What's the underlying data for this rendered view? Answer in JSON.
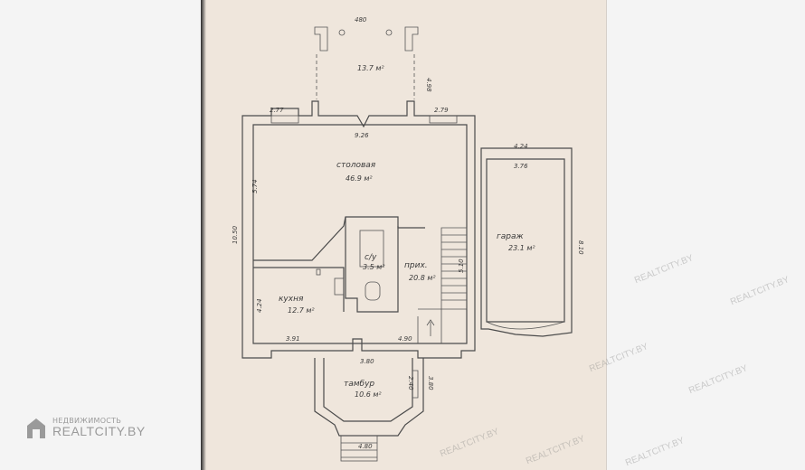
{
  "rooms": [
    {
      "name": "столовая",
      "area": "46.9 м²"
    },
    {
      "name": "гараж",
      "area": "23.1 м²"
    },
    {
      "name": "с/у",
      "area": "3.5 м²"
    },
    {
      "name": "прих.",
      "area": "20.8 м²"
    },
    {
      "name": "кухня",
      "area": "12.7 м²"
    },
    {
      "name": "тамбур",
      "area": "10.6 м²"
    }
  ],
  "terrace_area": "13.7 м²",
  "dimensions": {
    "terrace_width": "480",
    "terrace_depth": "4.98",
    "window_left": "2.77",
    "window_right": "2.79",
    "dining_width": "9.26",
    "dining_height": "5.74",
    "total_height": "10.50",
    "garage_outer": "4.24",
    "garage_inner": "3.76",
    "garage_depth": "8.10",
    "hall_side": "5.10",
    "kitchen_height": "4.24",
    "kitchen_width": "3.91",
    "hall_bottom": "4.90",
    "vestibule_top": "3.80",
    "vestibule_side_a": "2.40",
    "vestibule_side_b": "3.80",
    "vestibule_bottom": "4.80"
  },
  "logo": {
    "small": "НЕДВИЖИМОСТЬ",
    "main": "REALTCITY.BY"
  },
  "watermark": "REALTCITY.BY"
}
